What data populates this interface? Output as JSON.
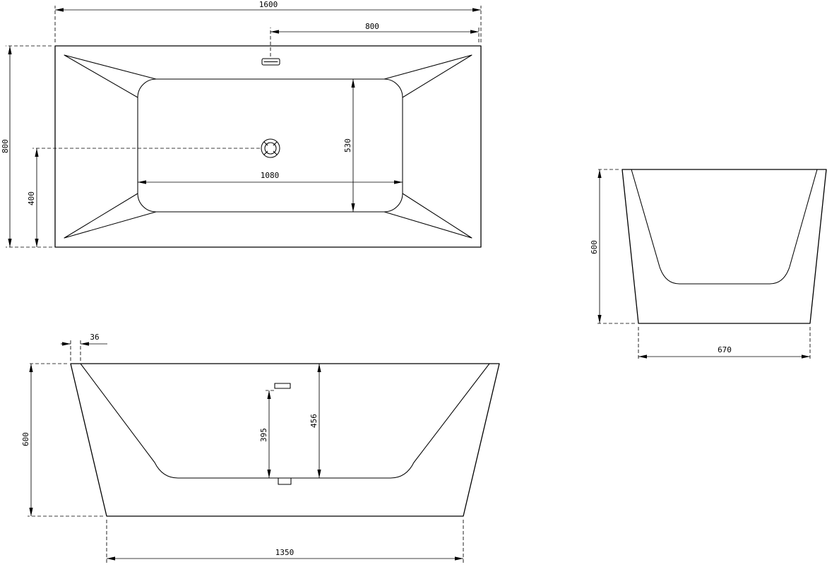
{
  "drawing": {
    "type": "bathtub-technical-drawing",
    "colors": {
      "line": "#000000",
      "background": "#ffffff"
    },
    "views": {
      "top": {
        "dims": {
          "overall_length": "1600",
          "center_to_end": "800",
          "overall_width": "800",
          "drain_to_side": "400",
          "basin_length": "1080",
          "basin_width": "530"
        }
      },
      "front": {
        "dims": {
          "rim_lip": "36",
          "overall_height": "600",
          "overflow_depth": "395",
          "basin_depth": "456",
          "base_length": "1350"
        }
      },
      "side": {
        "dims": {
          "overall_height": "600",
          "base_width": "670"
        }
      }
    }
  }
}
